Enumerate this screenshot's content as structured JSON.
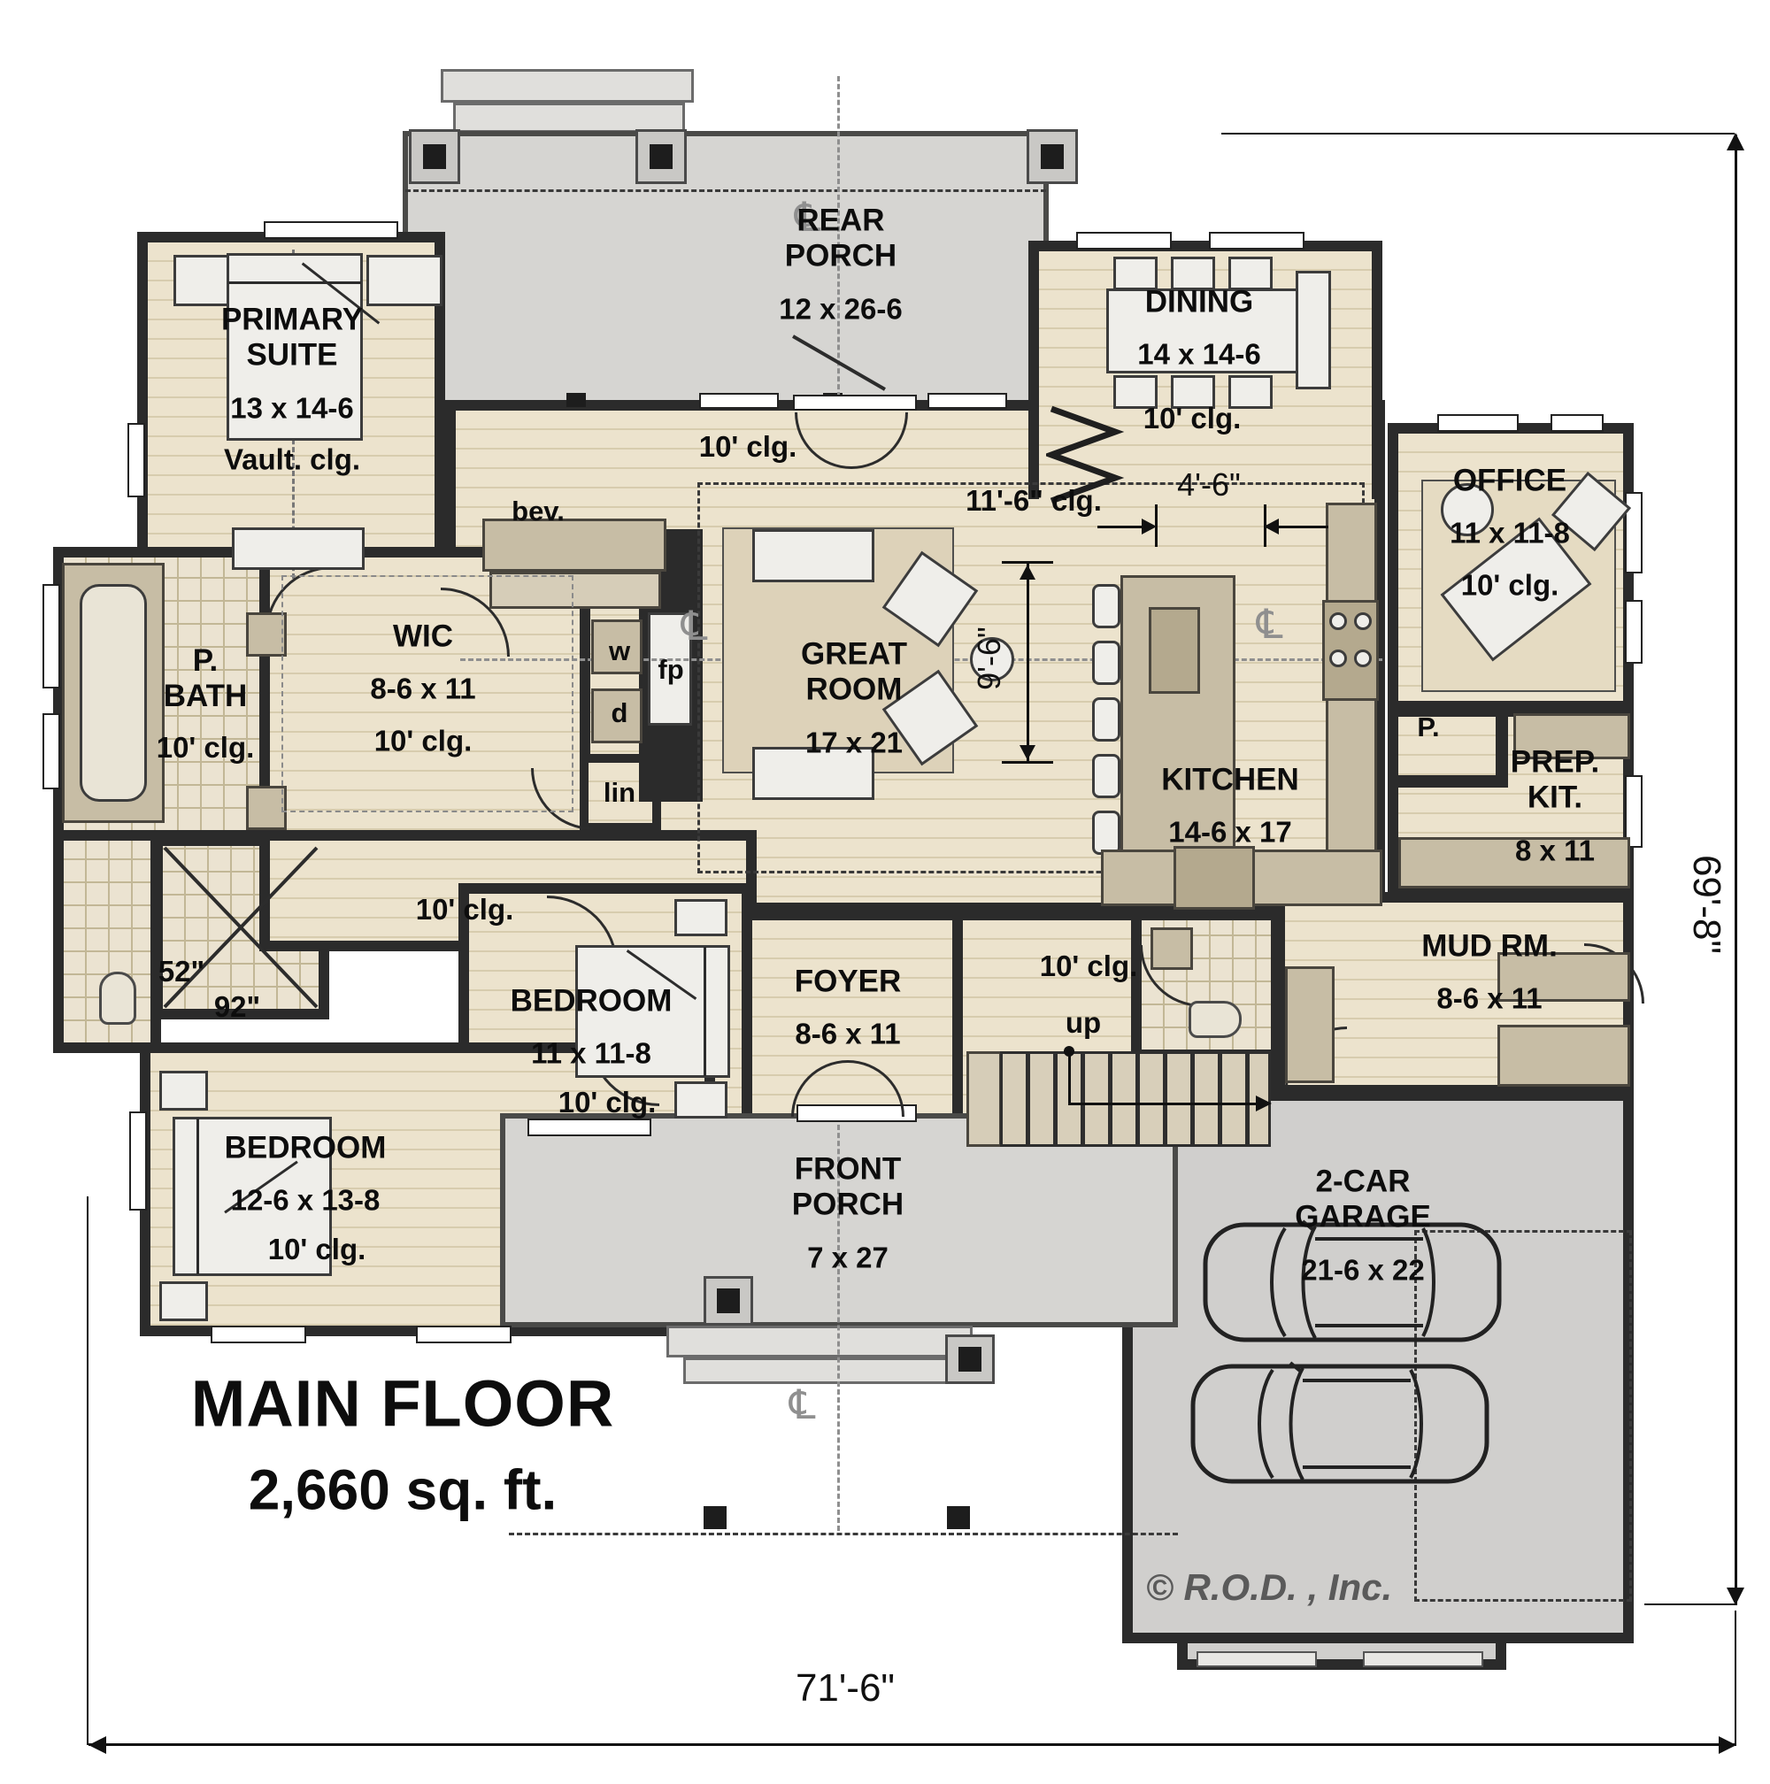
{
  "meta": {
    "plan_title": "MAIN FLOOR",
    "plan_area": "2,660 sq. ft.",
    "copyright": "© R.O.D. , Inc."
  },
  "colors": {
    "wall": "#2b2b2b",
    "wood_floor": "#ece3cd",
    "wood_stripe": "#d7ccae",
    "cabinet_tan": "#c7bda5",
    "porch_gray": "#d6d5d2",
    "garage_gray": "#d0cfcd",
    "rug_beige": "#ddd2b9",
    "furniture_white": "#efeeea",
    "text_black": "#0d0d0d",
    "centerline_gray": "#8f8f8f"
  },
  "symbols": {
    "centerline": "℄"
  },
  "dimensions": {
    "overall_width": "71'-6\"",
    "overall_height": "69'-8\"",
    "island_gap": "4'-6\"",
    "island_length": "9'-6\"",
    "shower_width": "52\"",
    "shower_depth": "92\""
  },
  "rooms": {
    "rear_porch": {
      "name": "REAR\nPORCH",
      "size": "12 x 26-6"
    },
    "primary_suite": {
      "name": "PRIMARY\nSUITE",
      "size": "13 x 14-6",
      "ceiling": "Vault. clg."
    },
    "dining": {
      "name": "DINING",
      "size": "14 x 14-6",
      "ceiling": "10' clg."
    },
    "office": {
      "name": "OFFICE",
      "size": "11 x 11-8",
      "ceiling": "10' clg."
    },
    "great_room": {
      "name": "GREAT\nROOM",
      "size": "17 x 21",
      "ceiling_high": "11'-6\" clg.",
      "ceiling_low": "10' clg."
    },
    "kitchen": {
      "name": "KITCHEN",
      "size": "14-6 x 17"
    },
    "pantry": {
      "name": "P."
    },
    "prep_kitchen": {
      "name": "PREP.\nKIT.",
      "size": "8 x 11"
    },
    "primary_bath": {
      "name": "P.\nBATH",
      "ceiling": "10' clg."
    },
    "wic": {
      "name": "WIC",
      "size": "8-6 x 11",
      "ceiling": "10' clg."
    },
    "beverage_center": {
      "name": "bev."
    },
    "washer": {
      "name": "w"
    },
    "dryer": {
      "name": "d"
    },
    "linen": {
      "name": "lin"
    },
    "fireplace": {
      "name": "fp"
    },
    "hall": {
      "ceiling": "10' clg."
    },
    "stair_hall": {
      "ceiling": "10' clg.",
      "direction": "up"
    },
    "foyer": {
      "name": "FOYER",
      "size": "8-6 x 11"
    },
    "mud_room": {
      "name": "MUD RM.",
      "size": "8-6 x 11"
    },
    "bedroom_2": {
      "name": "BEDROOM",
      "size": "11 x 11-8",
      "ceiling": "10' clg."
    },
    "bedroom_3": {
      "name": "BEDROOM",
      "size": "12-6 x 13-8",
      "ceiling": "10' clg."
    },
    "front_porch": {
      "name": "FRONT\nPORCH",
      "size": "7 x 27"
    },
    "garage": {
      "name": "2-CAR\nGARAGE",
      "size": "21-6 x 22"
    }
  }
}
